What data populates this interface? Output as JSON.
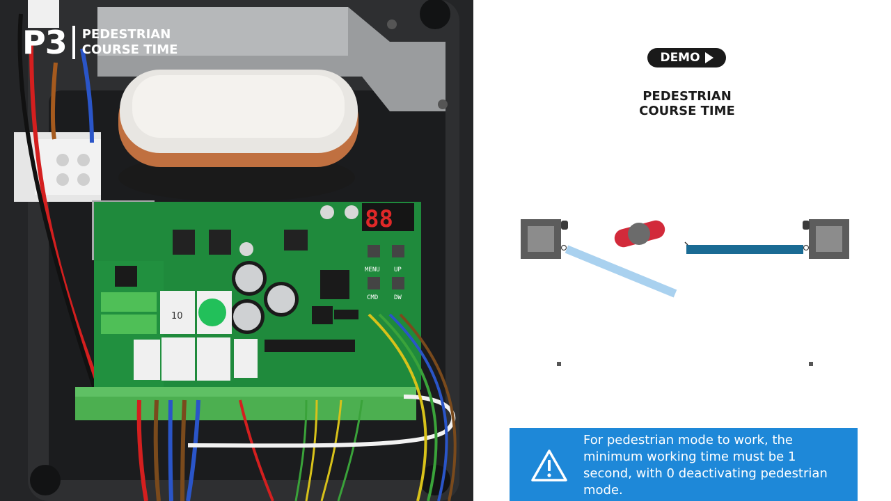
{
  "step": {
    "number": "P3",
    "title_line1": "PEDESTRIAN",
    "title_line2": "COURSE TIME"
  },
  "demo": {
    "label": "DEMO",
    "icon": "play-icon"
  },
  "animation": {
    "title_line1": "PEDESTRIAN",
    "title_line2": "COURSE TIME"
  },
  "board": {
    "display_digits": "88",
    "buttons": [
      "MENU",
      "UP",
      "CMD",
      "DW"
    ],
    "relay_label": "10"
  },
  "warning": {
    "icon": "warning-triangle-icon",
    "text": "For pedestrian mode to work, the minimum working time must be 1 second, with 0 deactivating pedestrian mode."
  },
  "colors": {
    "accent_blue": "#1e88d8",
    "gate_open_leaf": "#a9d1ef",
    "gate_closed_leaf": "#1a6b94",
    "warning_lamp": "#d22a3a",
    "pcb_green": "#1f8a3c"
  }
}
